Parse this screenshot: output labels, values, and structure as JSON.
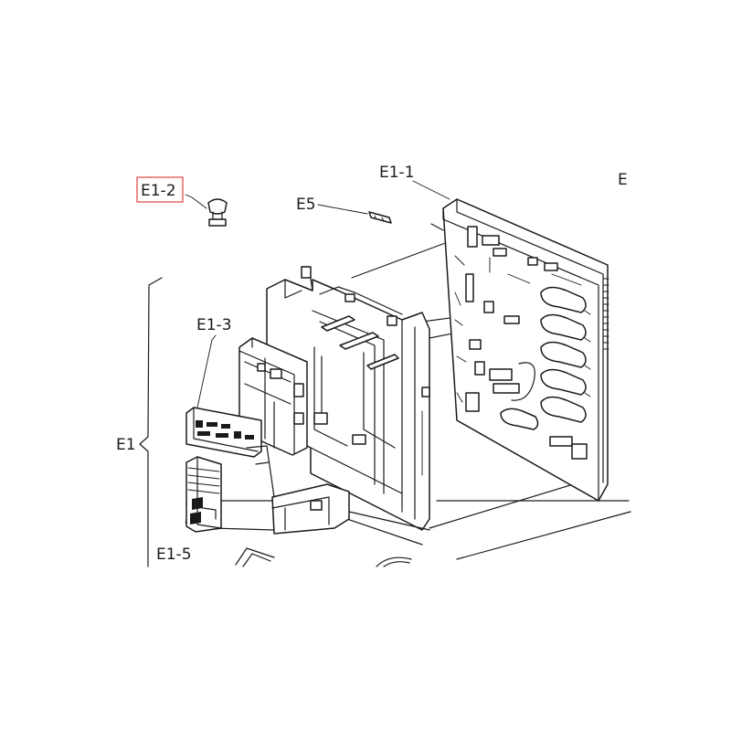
{
  "diagram": {
    "labels": {
      "e1_2": "E1-2",
      "e1_1": "E1-1",
      "e5": "E5",
      "e1_3": "E1-3",
      "e1": "E1",
      "e1_5": "E1-5",
      "edge_cut": "E"
    },
    "highlight_color": "#e05050",
    "line_color": "#1a1a1a"
  }
}
